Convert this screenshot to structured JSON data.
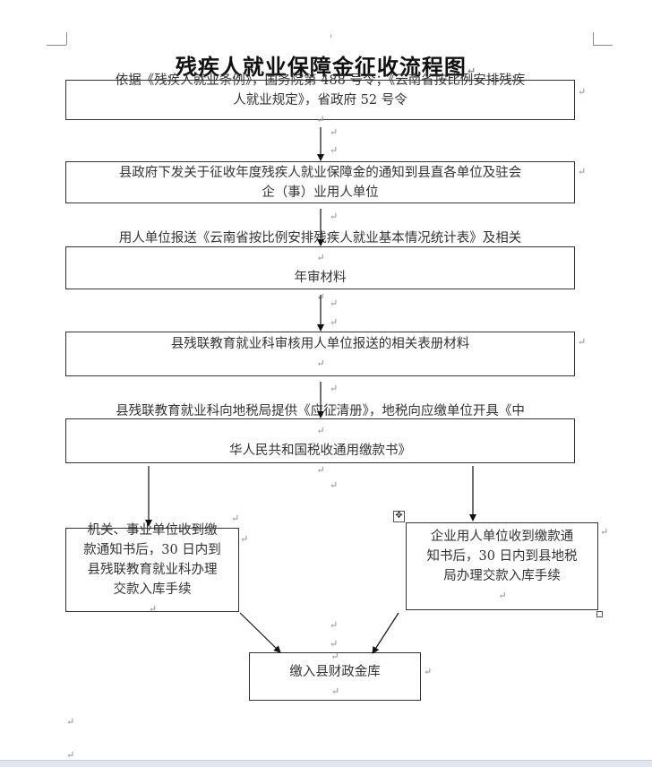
{
  "title": "残疾人就业保障金征收流程图",
  "marks": {
    "para": "↵",
    "move": "✥"
  },
  "steps": [
    {
      "lines": [
        "依据《残疾人就业条例》，国务院第 488 号令；《云南省按比例安排残疾",
        "人就业规定》，省政府 52 号令"
      ]
    },
    {
      "lines": [
        "县政府下发关于征收年度残疾人就业保障金的通知到县直各单位及驻会",
        "企（事）业用人单位"
      ]
    },
    {
      "lines": [
        "用人单位报送《云南省按比例安排残疾人就业基本情况统计表》及相关",
        "年审材料"
      ]
    },
    {
      "lines": [
        "县残联教育就业科审核用人单位报送的相关表册材料"
      ]
    },
    {
      "lines": [
        "县残联教育就业科向地税局提供《应征清册》，地税向应缴单位开具《中",
        "华人民共和国税收通用缴款书》"
      ]
    },
    {
      "lines": [
        "机关、事业单位收到缴",
        "款通知书后，30 日内到",
        "县残联教育就业科办理",
        "交款入库手续"
      ]
    },
    {
      "lines": [
        "企业用人单位收到缴款通",
        "知书后，30 日内到县地税",
        "局办理交款入库手续"
      ]
    },
    {
      "lines": [
        "缴入县财政金库"
      ]
    }
  ]
}
